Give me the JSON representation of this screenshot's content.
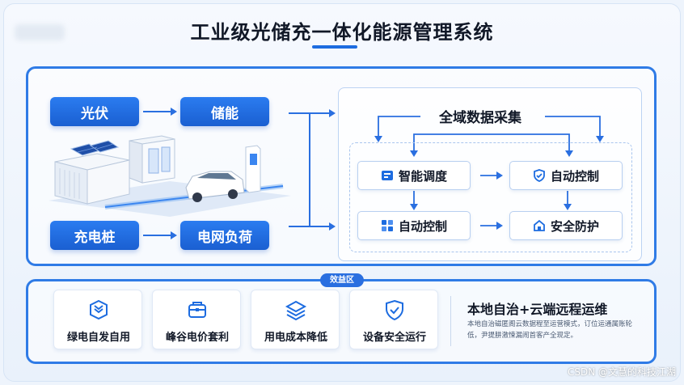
{
  "title": "工业级光储充一体化能源管理系统",
  "sources": {
    "pv": "光伏",
    "storage": "储能",
    "charger": "充电桩",
    "grid_load": "电网负荷"
  },
  "center": {
    "collect": "全域数据采集",
    "cards": [
      {
        "label": "智能调度",
        "icon": "dispatch-icon"
      },
      {
        "label": "自动控制",
        "icon": "shield-check-icon"
      },
      {
        "label": "自动控制",
        "icon": "grid-blocks-icon"
      },
      {
        "label": "安全防护",
        "icon": "home-shield-icon"
      }
    ]
  },
  "benefit_zone": {
    "tag": "效益区",
    "items": [
      {
        "label": "绿电自发自用",
        "icon": "layers-check-icon"
      },
      {
        "label": "峰谷电价套利",
        "icon": "wallet-icon"
      },
      {
        "label": "用电成本降低",
        "icon": "stack-icon"
      },
      {
        "label": "设备安全运行",
        "icon": "shield-check-icon"
      }
    ],
    "cloud_title": "本地自治+云端远程运维",
    "cloud_desc": "本地自治磁匿阁云数据程至运营模式，订位运通属账轮低，尹提肼激悚漏闹首客产全现定。"
  },
  "watermark": "CSDN @文慧的科技江湖",
  "colors": {
    "accent": "#1d6ce0",
    "panel_border": "#2f7be6",
    "background": "#eef4fc"
  }
}
